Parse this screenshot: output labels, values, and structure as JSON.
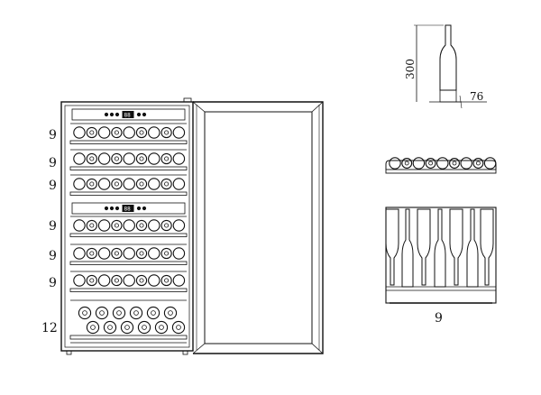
{
  "cabinet": {
    "rows": [
      {
        "count": "9"
      },
      {
        "count": "9"
      },
      {
        "count": "9"
      },
      {
        "count": "9"
      },
      {
        "count": "9"
      },
      {
        "count": "9"
      },
      {
        "count": "12"
      }
    ],
    "display_text": "88"
  },
  "bottle_detail": {
    "height_label": "300",
    "diameter_label": "76"
  },
  "shelf_detail": {
    "capacity_label": "9"
  }
}
